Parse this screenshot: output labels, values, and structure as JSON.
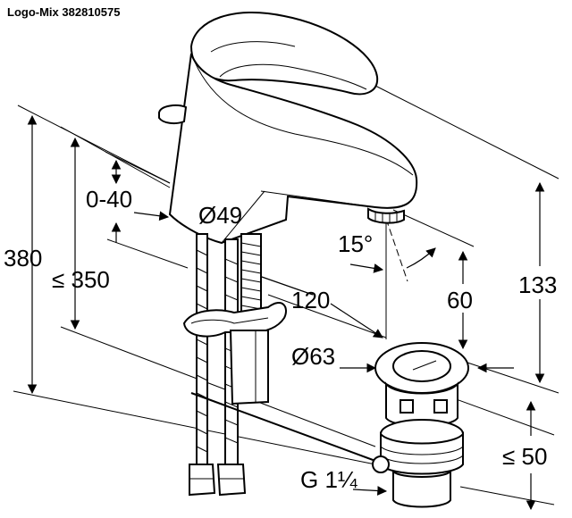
{
  "header": {
    "title": "Logo-Mix 382810575"
  },
  "dimensions": {
    "height_total": "380",
    "height_max": "≤ 350",
    "adjust_range": "0-40",
    "spout_dia": "Ø49",
    "angle": "15°",
    "reach": "120",
    "spout_height": "60",
    "tap_height": "133",
    "waste_dia": "Ø63",
    "waste_depth": "≤ 50",
    "thread": "G 1¼"
  }
}
